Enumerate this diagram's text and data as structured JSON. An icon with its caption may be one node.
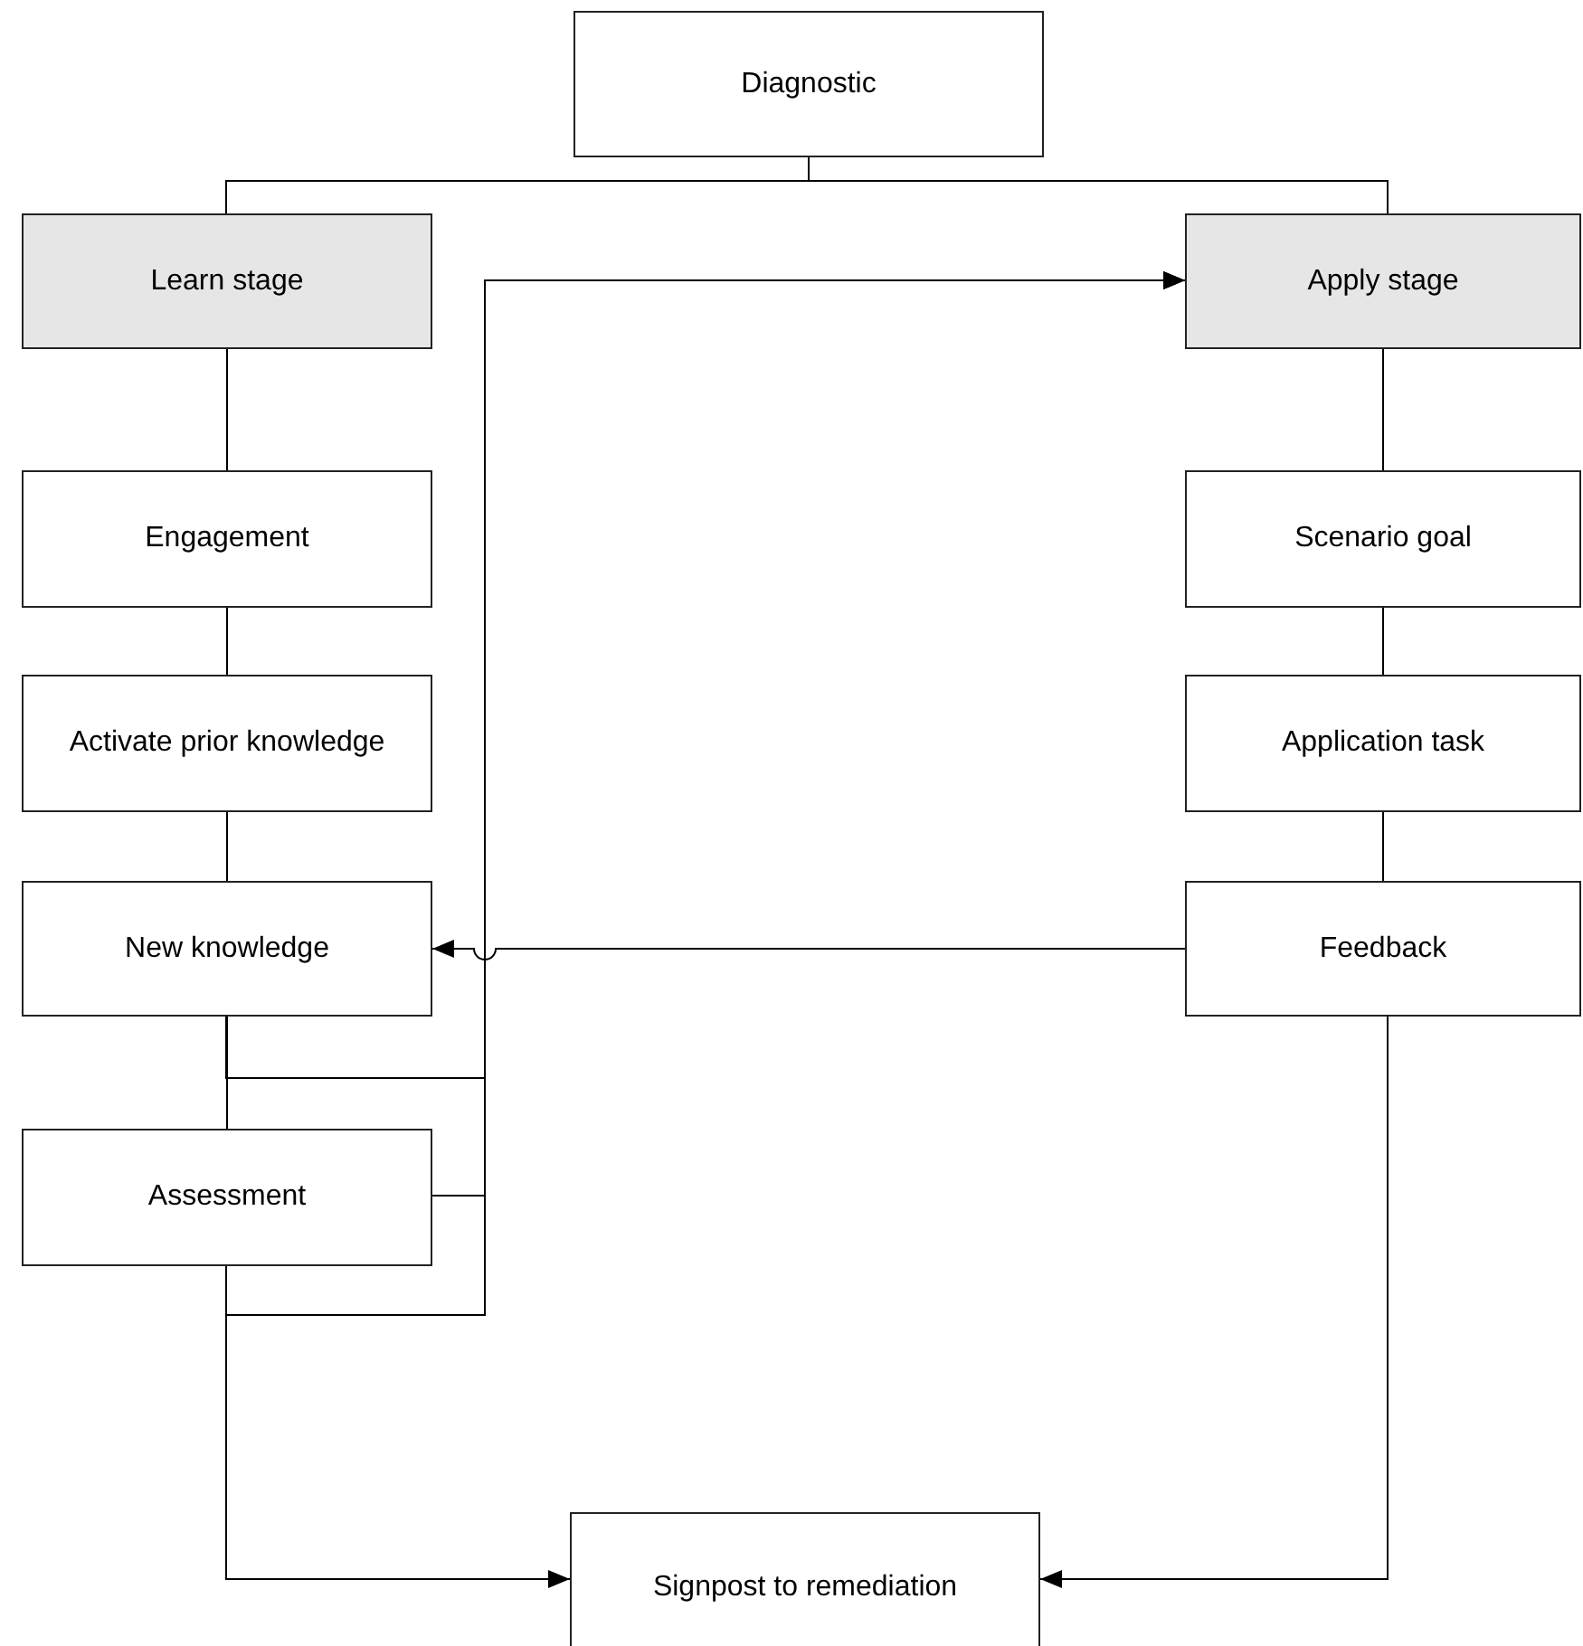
{
  "diagram": {
    "nodes": [
      {
        "text": [
          "Diagnostic"
        ]
      },
      {
        "text": [
          "Learn stage"
        ]
      },
      {
        "text": [
          "Apply stage"
        ]
      },
      {
        "text": [
          "Engagement"
        ]
      },
      {
        "text": [
          "Activate prior knowledge"
        ]
      },
      {
        "text": [
          "New knowledge"
        ]
      },
      {
        "text": [
          "Assessment"
        ]
      },
      {
        "text": [
          "Scenario goal"
        ]
      },
      {
        "text": [
          "Application task"
        ]
      },
      {
        "text": [
          "Feedback"
        ]
      },
      {
        "text": [
          "Signpost to remediation"
        ]
      }
    ],
    "edges": [
      {
        "from": 0,
        "to": 1,
        "arrow": "none"
      },
      {
        "from": 0,
        "to": 2,
        "arrow": "none"
      },
      {
        "from": 1,
        "to": 3,
        "arrow": "none"
      },
      {
        "from": 3,
        "to": 4,
        "arrow": "none"
      },
      {
        "from": 4,
        "to": 5,
        "arrow": "none"
      },
      {
        "from": 5,
        "to": 6,
        "arrow": "none"
      },
      {
        "from": 2,
        "to": 7,
        "arrow": "none"
      },
      {
        "from": 7,
        "to": 8,
        "arrow": "none"
      },
      {
        "from": 8,
        "to": 9,
        "arrow": "none"
      },
      {
        "from": 9,
        "to": 5,
        "arrow": "to"
      },
      {
        "from": 5,
        "to": 2,
        "arrow": "to"
      },
      {
        "from": 6,
        "to": 2,
        "arrow": "to"
      },
      {
        "from": 6,
        "to": 2,
        "arrow": "to"
      },
      {
        "from": 6,
        "to": 10,
        "arrow": "to"
      },
      {
        "from": 9,
        "to": 10,
        "arrow": "to"
      }
    ]
  }
}
